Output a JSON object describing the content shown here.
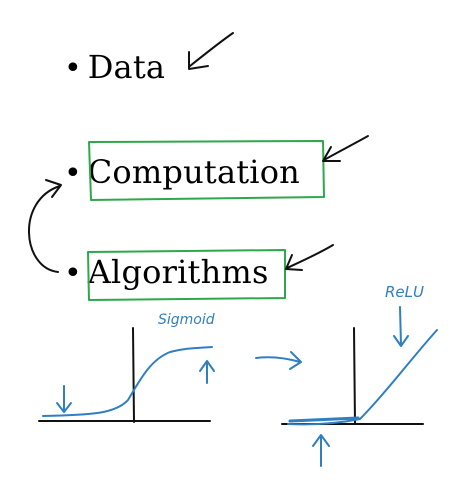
{
  "bullets": [
    {
      "label": "Data"
    },
    {
      "label": "Computation"
    },
    {
      "label": "Algorithms"
    }
  ],
  "annotations": {
    "sigmoid_label": "Sigmoid",
    "relu_label": "ReLU"
  },
  "colors": {
    "text": "#000000",
    "blue_ink": "#2f7fc1",
    "green_box": "#2ea84a",
    "black_ink": "#111111"
  },
  "icons": {
    "bullet": "filled-circle",
    "arrows": "hand-drawn-arrow"
  }
}
